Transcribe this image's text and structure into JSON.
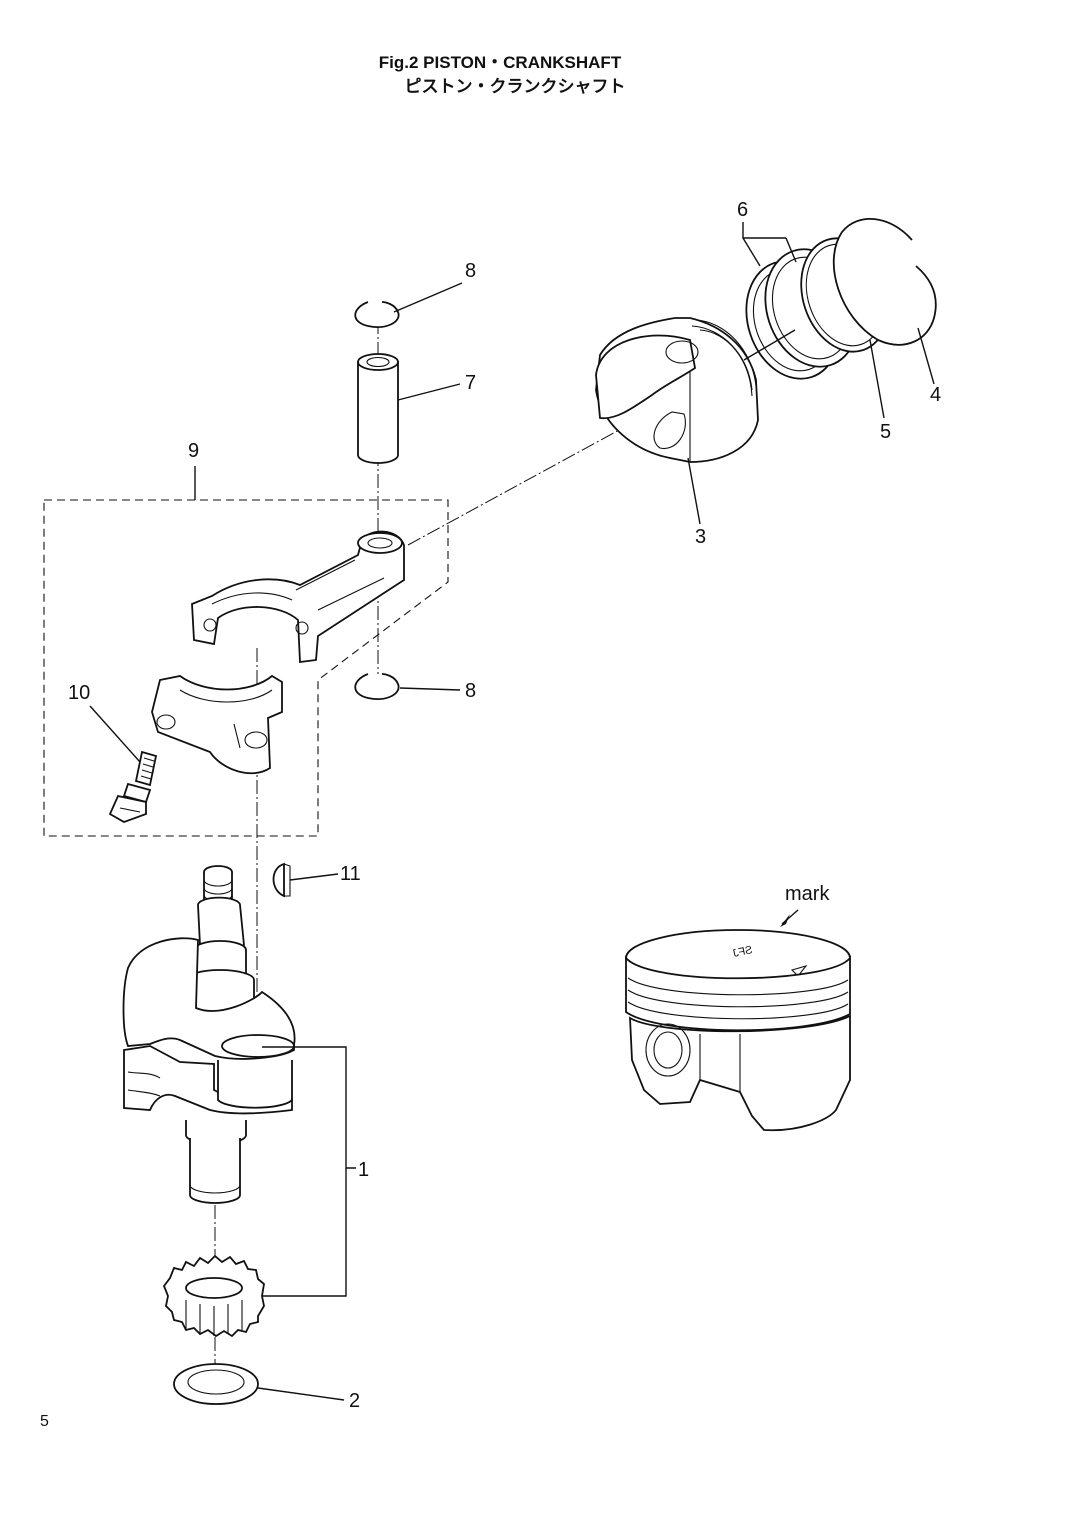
{
  "figure": {
    "title_en": "Fig.2  PISTON・CRANKSHAFT",
    "title_jp": "ピストン・クランクシャフト"
  },
  "callouts": {
    "c1": "1",
    "c2": "2",
    "c3": "3",
    "c4": "4",
    "c5": "5",
    "c6": "6",
    "c7": "7",
    "c8a": "8",
    "c8b": "8",
    "c9": "9",
    "c10": "10",
    "c11": "11"
  },
  "detail": {
    "mark_label": "mark",
    "crown_text": "SFJ"
  },
  "page": {
    "number": "5"
  }
}
